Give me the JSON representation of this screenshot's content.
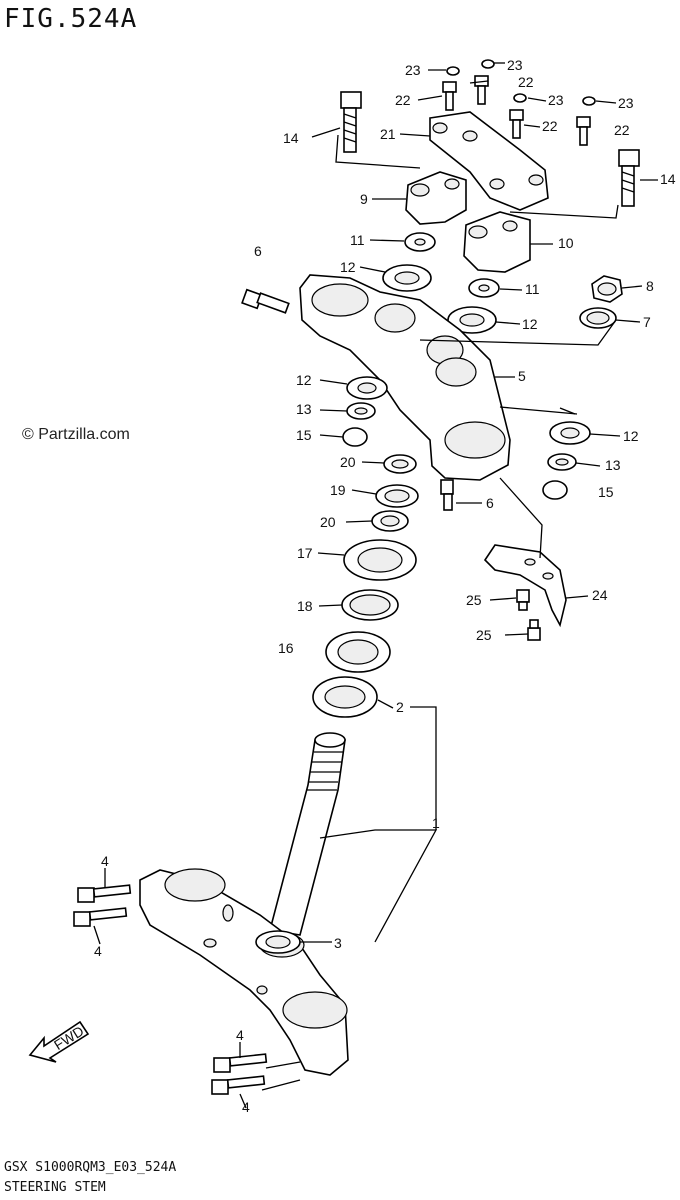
{
  "header": {
    "title": "FIG.524A"
  },
  "watermark": "© Partzilla.com",
  "footer": {
    "code": "GSX S1000RQM3_E03_524A",
    "title": "STEERING STEM"
  },
  "callouts": [
    {
      "id": "c23a",
      "text": "23"
    },
    {
      "id": "c23b",
      "text": "23"
    },
    {
      "id": "c22a",
      "text": "22"
    },
    {
      "id": "c23c",
      "text": "23"
    },
    {
      "id": "c22b",
      "text": "22"
    },
    {
      "id": "c23d",
      "text": "23"
    },
    {
      "id": "c22c",
      "text": "22"
    },
    {
      "id": "c22d",
      "text": "22"
    },
    {
      "id": "c14a",
      "text": "14"
    },
    {
      "id": "c21",
      "text": "21"
    },
    {
      "id": "c14b",
      "text": "14"
    },
    {
      "id": "c9",
      "text": "9"
    },
    {
      "id": "c11a",
      "text": "11"
    },
    {
      "id": "c10",
      "text": "10"
    },
    {
      "id": "c6a",
      "text": "6"
    },
    {
      "id": "c12a",
      "text": "12"
    },
    {
      "id": "c11b",
      "text": "11"
    },
    {
      "id": "c8",
      "text": "8"
    },
    {
      "id": "c12b",
      "text": "12"
    },
    {
      "id": "c7",
      "text": "7"
    },
    {
      "id": "c5",
      "text": "5"
    },
    {
      "id": "c12c",
      "text": "12"
    },
    {
      "id": "c13a",
      "text": "13"
    },
    {
      "id": "c12d",
      "text": "12"
    },
    {
      "id": "c15a",
      "text": "15"
    },
    {
      "id": "c20a",
      "text": "20"
    },
    {
      "id": "c13b",
      "text": "13"
    },
    {
      "id": "c19",
      "text": "19"
    },
    {
      "id": "c6b",
      "text": "6"
    },
    {
      "id": "c15b",
      "text": "15"
    },
    {
      "id": "c20b",
      "text": "20"
    },
    {
      "id": "c17",
      "text": "17"
    },
    {
      "id": "c24",
      "text": "24"
    },
    {
      "id": "c25a",
      "text": "25"
    },
    {
      "id": "c18",
      "text": "18"
    },
    {
      "id": "c25b",
      "text": "25"
    },
    {
      "id": "c16",
      "text": "16"
    },
    {
      "id": "c2",
      "text": "2"
    },
    {
      "id": "c1",
      "text": "1"
    },
    {
      "id": "c4a",
      "text": "4"
    },
    {
      "id": "c4b",
      "text": "4"
    },
    {
      "id": "c3",
      "text": "3"
    },
    {
      "id": "c4c",
      "text": "4"
    },
    {
      "id": "c4d",
      "text": "4"
    }
  ],
  "fwd_label": "FWD"
}
